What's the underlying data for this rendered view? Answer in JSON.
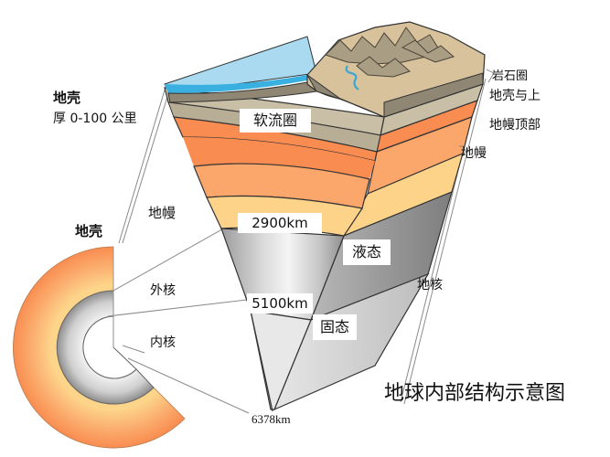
{
  "title": "地球内部结构示意图",
  "left_labels": {
    "crust_title": "地壳",
    "crust_thickness": "厚 0-100 公里",
    "crust": "地壳",
    "mantle": "地幔",
    "outer_core": "外核",
    "inner_core": "内核"
  },
  "right_labels": {
    "lithosphere_line1": "岩石圈",
    "lithosphere_line2": "地壳与上",
    "lithosphere_line3": "地幔顶部",
    "mantle": "地幔",
    "core": "地核"
  },
  "wedge_labels": {
    "asthenosphere": "软流圈",
    "depth_mantle_core": "2900km",
    "liquid": "液态",
    "depth_outer_inner": "5100km",
    "solid": "固态",
    "depth_center": "6378km"
  },
  "colors": {
    "ocean": "#a9daf0",
    "ocean_edge": "#3ab0e0",
    "crust_brown": "#8f8674",
    "crust_light": "#c9bfa6",
    "land_tan": "#d7c29c",
    "asthenosphere": "#f98c50",
    "upper_mantle": "#fba66a",
    "lower_mantle": "#fdd38a",
    "outer_core": "#a5a5a5",
    "inner_core": "#d8d8d8",
    "river": "#3aa7d6"
  }
}
